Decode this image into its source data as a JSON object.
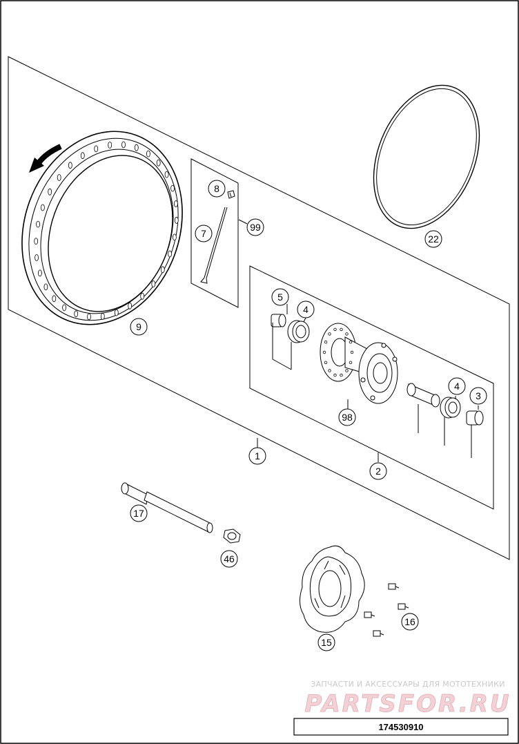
{
  "diagram": {
    "callouts": {
      "front_wheel": "1",
      "hub_assembly": "2",
      "spacer_right": "3",
      "bearing_left": "4",
      "bearing_right": "4",
      "spacer_left": "5",
      "spoke": "7",
      "nipple": "8",
      "rim": "9",
      "brake_disc": "15",
      "disc_screws": "16",
      "wheel_spindle": "17",
      "rim_band": "22",
      "spindle_nut": "46",
      "hub_repair_kit": "98",
      "spoke_set": "99"
    },
    "watermark": {
      "line1": "ЗАПЧАСТИ И АКСЕССУАРЫ ДЛЯ МОТОТЕХНИКИ",
      "line2": "PARTSFOR.RU"
    },
    "drawing_number": "174530910",
    "colors": {
      "line": "#000000",
      "watermark_text": "#c9c9c9",
      "watermark_logo": "#e7b3ba"
    }
  }
}
